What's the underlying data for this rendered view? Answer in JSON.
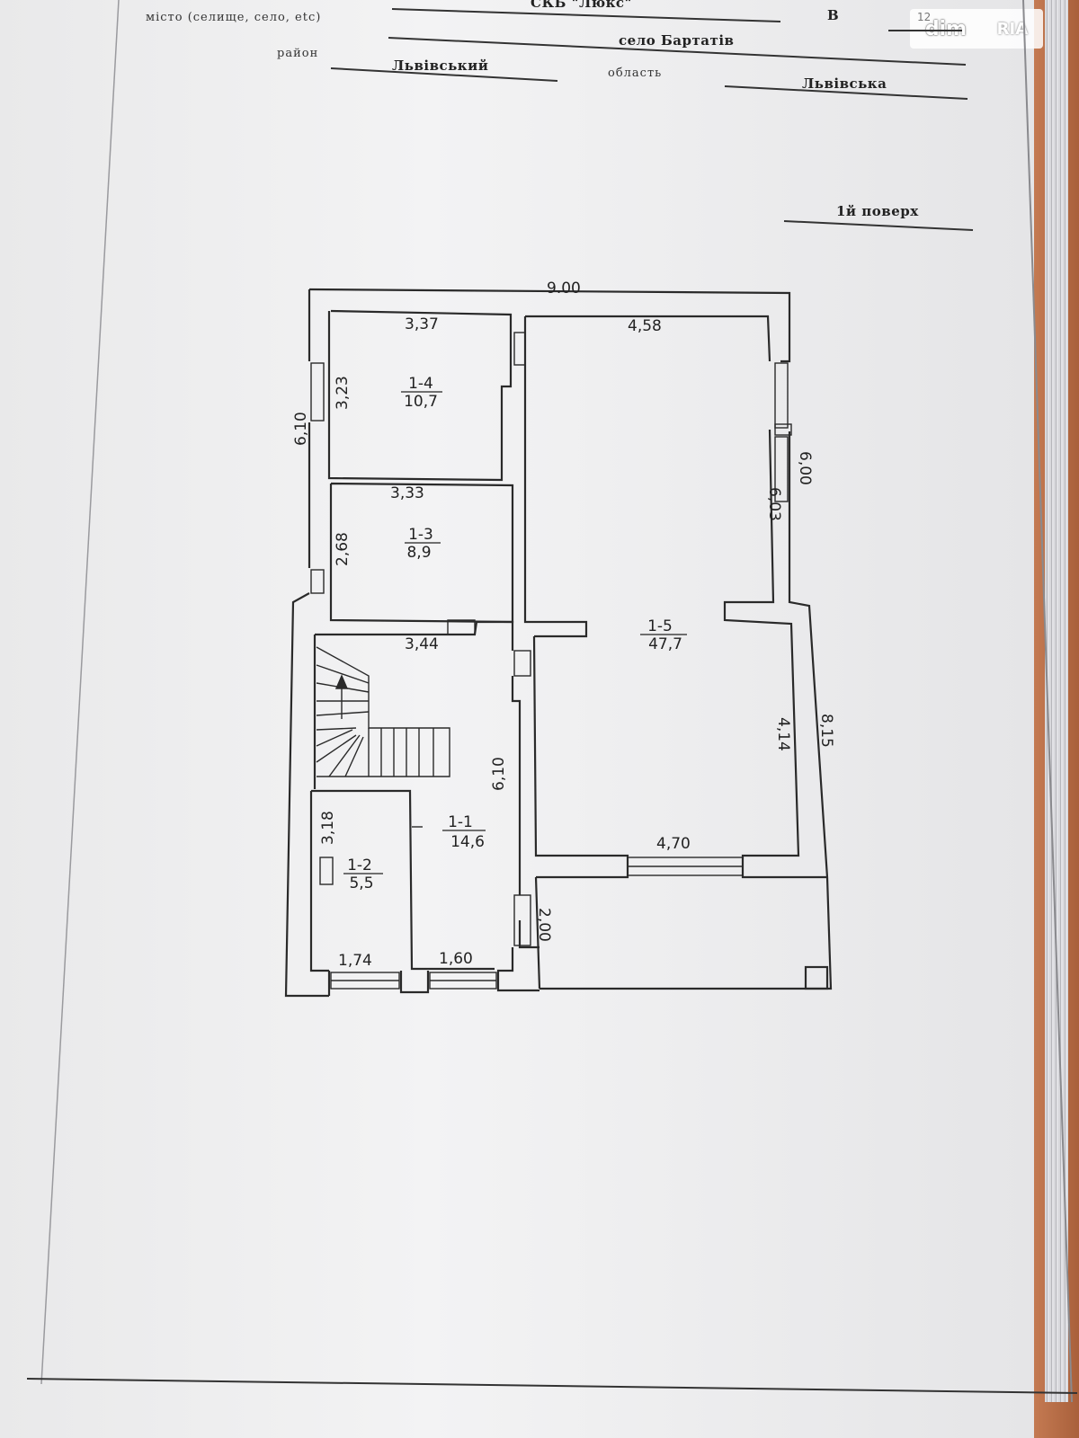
{
  "header": {
    "line1_org": "СКБ \"Люкс\"",
    "line1_label": "місто (селище, село, etc)",
    "line1_right_letter": "В",
    "village": "село Бартатів",
    "district_label": "район",
    "district": "Львівський",
    "region_label": "область",
    "region": "Львівська",
    "floor": "1й поверх"
  },
  "watermark": {
    "brand1": "dim",
    "brand1_prefix": "12",
    "brand2": "RIA"
  },
  "plan": {
    "overall_width": "9.00",
    "left_height": "6,10",
    "right_height_top": "6,00",
    "right_height_bottom": "8,15",
    "rooms": [
      {
        "id": "1-4",
        "area": "10,7",
        "width": "3,37",
        "height": "3,23"
      },
      {
        "id": "1-3",
        "area": "8,9",
        "width": "3,33",
        "height": "2,68"
      },
      {
        "id": "1-5",
        "area": "47,7",
        "width_top": "4,58",
        "height_top": "6,03",
        "height_bottom": "4,14",
        "width_bottom": "4,70"
      },
      {
        "id": "1-1",
        "area": "14,6",
        "width": "3,44",
        "height": "6,10",
        "width_bottom": "1,60"
      },
      {
        "id": "1-2",
        "area": "5,5",
        "width": "1,74",
        "height": "3,18"
      }
    ],
    "porch_dimension": "2,00"
  },
  "colors": {
    "line": "#2a2a2a",
    "room_number": "#b01c1c"
  }
}
